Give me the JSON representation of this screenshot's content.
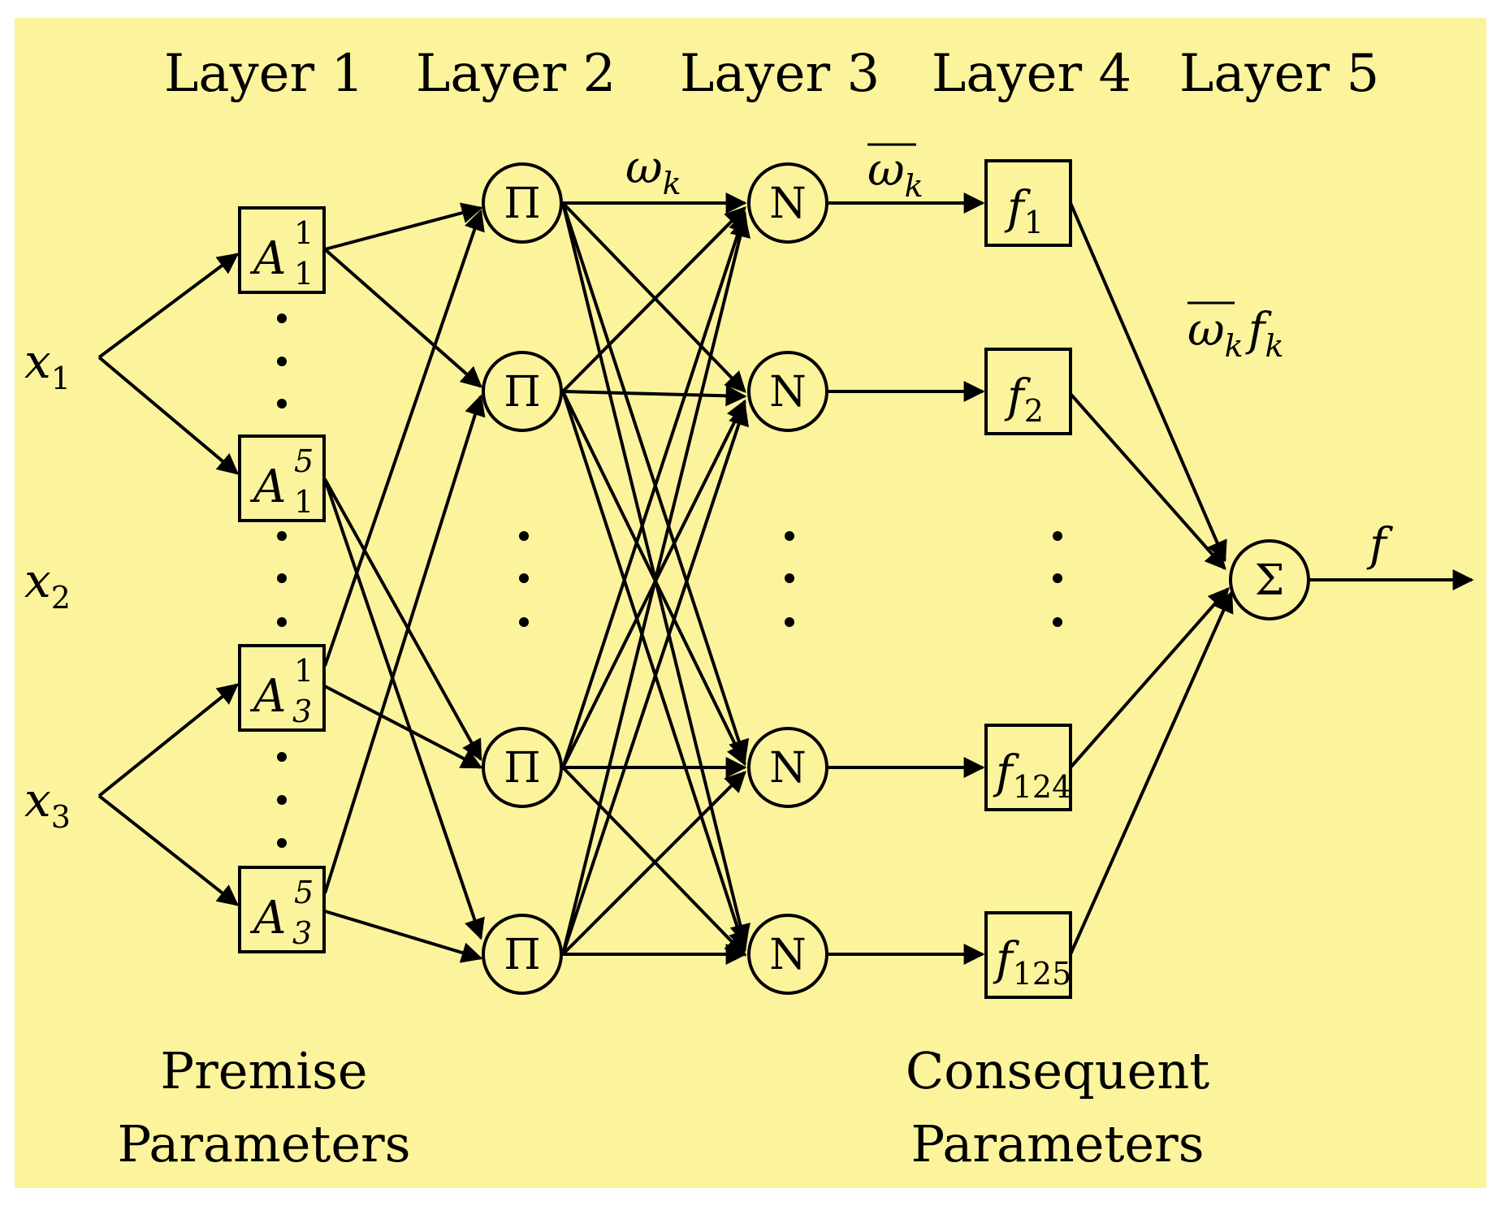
{
  "layers": [
    "Layer 1",
    "Layer 2",
    "Layer 3",
    "Layer 4",
    "Layer 5"
  ],
  "inputs": [
    {
      "base": "x",
      "sub": "1"
    },
    {
      "base": "x",
      "sub": "2"
    },
    {
      "base": "x",
      "sub": "3"
    }
  ],
  "membership_nodes": [
    {
      "base": "A",
      "sup": "1",
      "sub": "1"
    },
    {
      "base": "A",
      "sup": "5",
      "sub": "1"
    },
    {
      "base": "A",
      "sup": "1",
      "sub": "3"
    },
    {
      "base": "A",
      "sup": "5",
      "sub": "3"
    }
  ],
  "product_symbol": "Π",
  "normalize_symbol": "N",
  "consequent_nodes": [
    {
      "base": "f",
      "sub": "1"
    },
    {
      "base": "f",
      "sub": "2"
    },
    {
      "base": "f",
      "sub": "124"
    },
    {
      "base": "f",
      "sub": "125"
    }
  ],
  "sum_symbol": "Σ",
  "weight_label": {
    "base": "ω",
    "sub": "k"
  },
  "norm_weight_label": {
    "base": "ω",
    "sub": "k"
  },
  "weighted_output_label": {
    "w": "ω",
    "wsub": "k",
    "f": "f",
    "fsub": "k"
  },
  "output_label": "f",
  "ellipsis": "⋮",
  "captions": {
    "premise_line1": "Premise",
    "premise_line2": "Parameters",
    "consequent_line1": "Consequent",
    "consequent_line2": "Parameters"
  },
  "colors": {
    "background": "#fcf49c",
    "stroke": "#000000"
  }
}
